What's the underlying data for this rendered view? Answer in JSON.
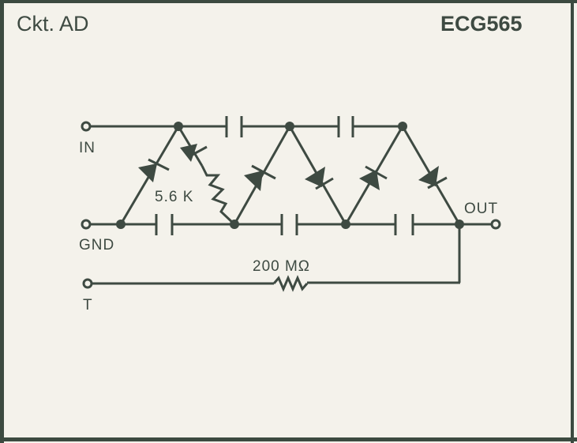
{
  "header": {
    "circuit_label": "Ckt. AD",
    "part_number": "ECG565"
  },
  "terminals": [
    {
      "id": "in",
      "label": "IN"
    },
    {
      "id": "gnd",
      "label": "GND"
    },
    {
      "id": "out",
      "label": "OUT"
    },
    {
      "id": "t",
      "label": "T"
    }
  ],
  "components": {
    "input_resistor": {
      "label": "5.6 K"
    },
    "output_resistor": {
      "label": "200 MΩ"
    },
    "diode_count": 6,
    "capacitor_count": 5
  },
  "colors": {
    "ink": "#3e4a42",
    "paper": "#f4f2eb"
  }
}
